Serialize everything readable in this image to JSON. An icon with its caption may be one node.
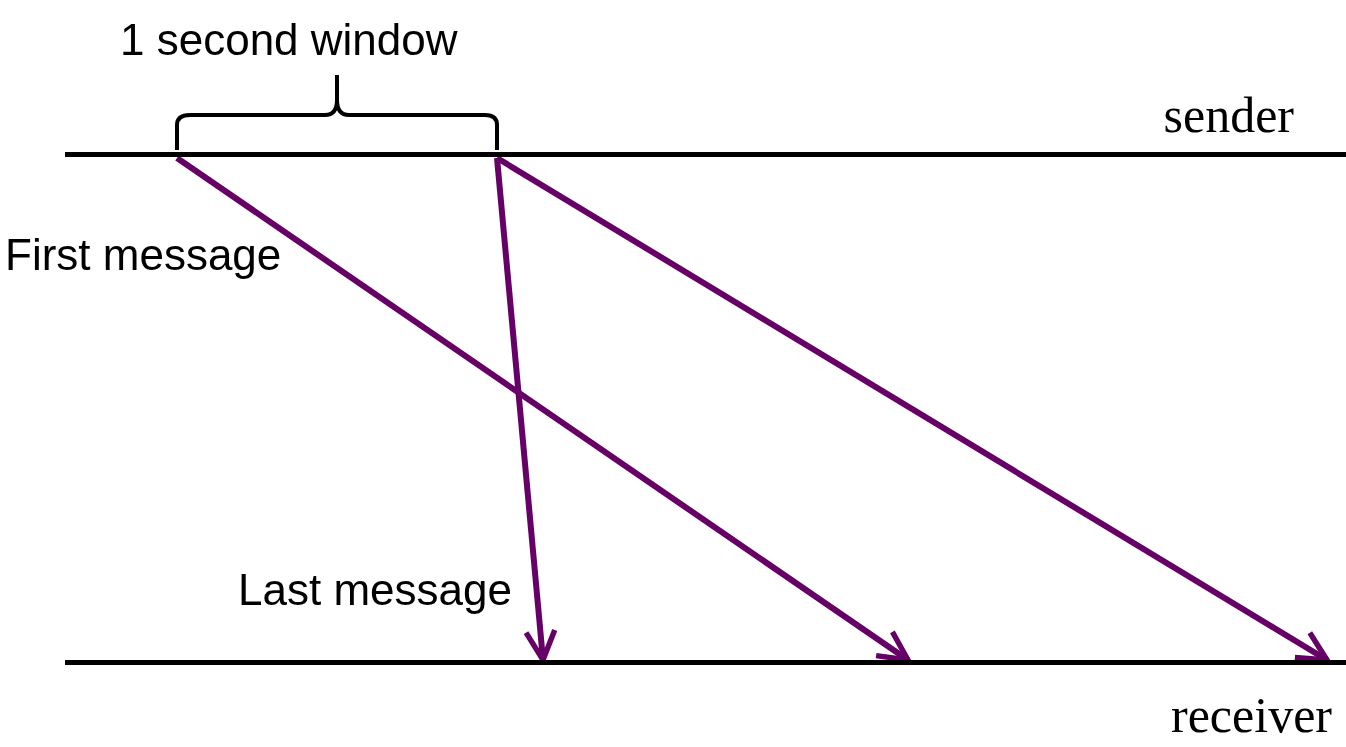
{
  "diagram": {
    "nodes": [
      {
        "text": [
          "sender"
        ]
      },
      {
        "text": [
          "receiver"
        ]
      }
    ],
    "edges": [
      {
        "from": 0,
        "to": 1,
        "arrow": "to"
      },
      {
        "from": 0,
        "to": 1,
        "arrow": "to"
      },
      {
        "from": 0,
        "to": 1,
        "arrow": "to"
      }
    ],
    "labels": [
      "1 second window",
      "First message",
      "Last message"
    ]
  }
}
